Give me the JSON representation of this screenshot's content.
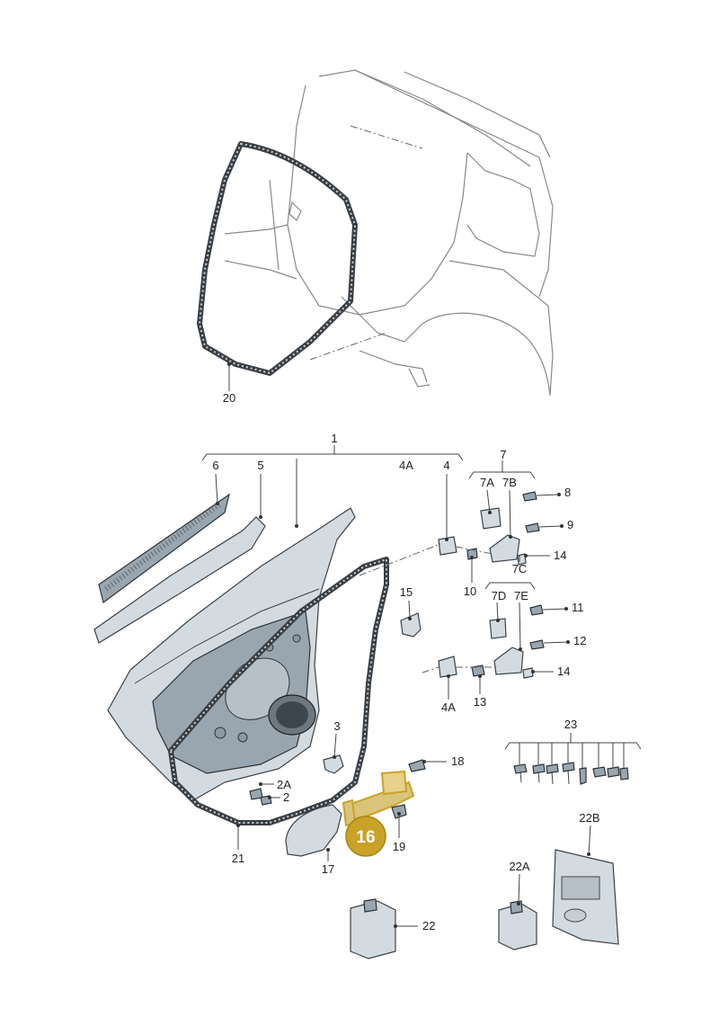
{
  "labels": {
    "l1": "1",
    "l2": "2",
    "l2A": "2A",
    "l3": "3",
    "l4": "4",
    "l4A_top": "4A",
    "l4A_bot": "4A",
    "l5": "5",
    "l6": "6",
    "l7": "7",
    "l7A": "7A",
    "l7B": "7B",
    "l7C": "7C",
    "l7D": "7D",
    "l7E": "7E",
    "l8": "8",
    "l9": "9",
    "l10": "10",
    "l11": "11",
    "l12": "12",
    "l13": "13",
    "l14a": "14",
    "l14b": "14",
    "l15": "15",
    "l17": "17",
    "l18": "18",
    "l19": "19",
    "l20": "20",
    "l21": "21",
    "l22": "22",
    "l22A": "22A",
    "l22B": "22B",
    "l23": "23"
  },
  "highlight": {
    "label": "16",
    "color": "#c9a227"
  }
}
